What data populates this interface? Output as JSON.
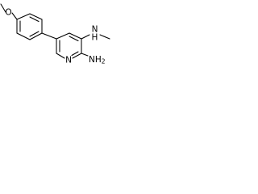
{
  "structure": {
    "atoms": {
      "methoxy_o": "O",
      "methylamino_n": "N",
      "methylamino_h": "H",
      "amino_nh2": "NH2",
      "ring_n": "N"
    }
  }
}
